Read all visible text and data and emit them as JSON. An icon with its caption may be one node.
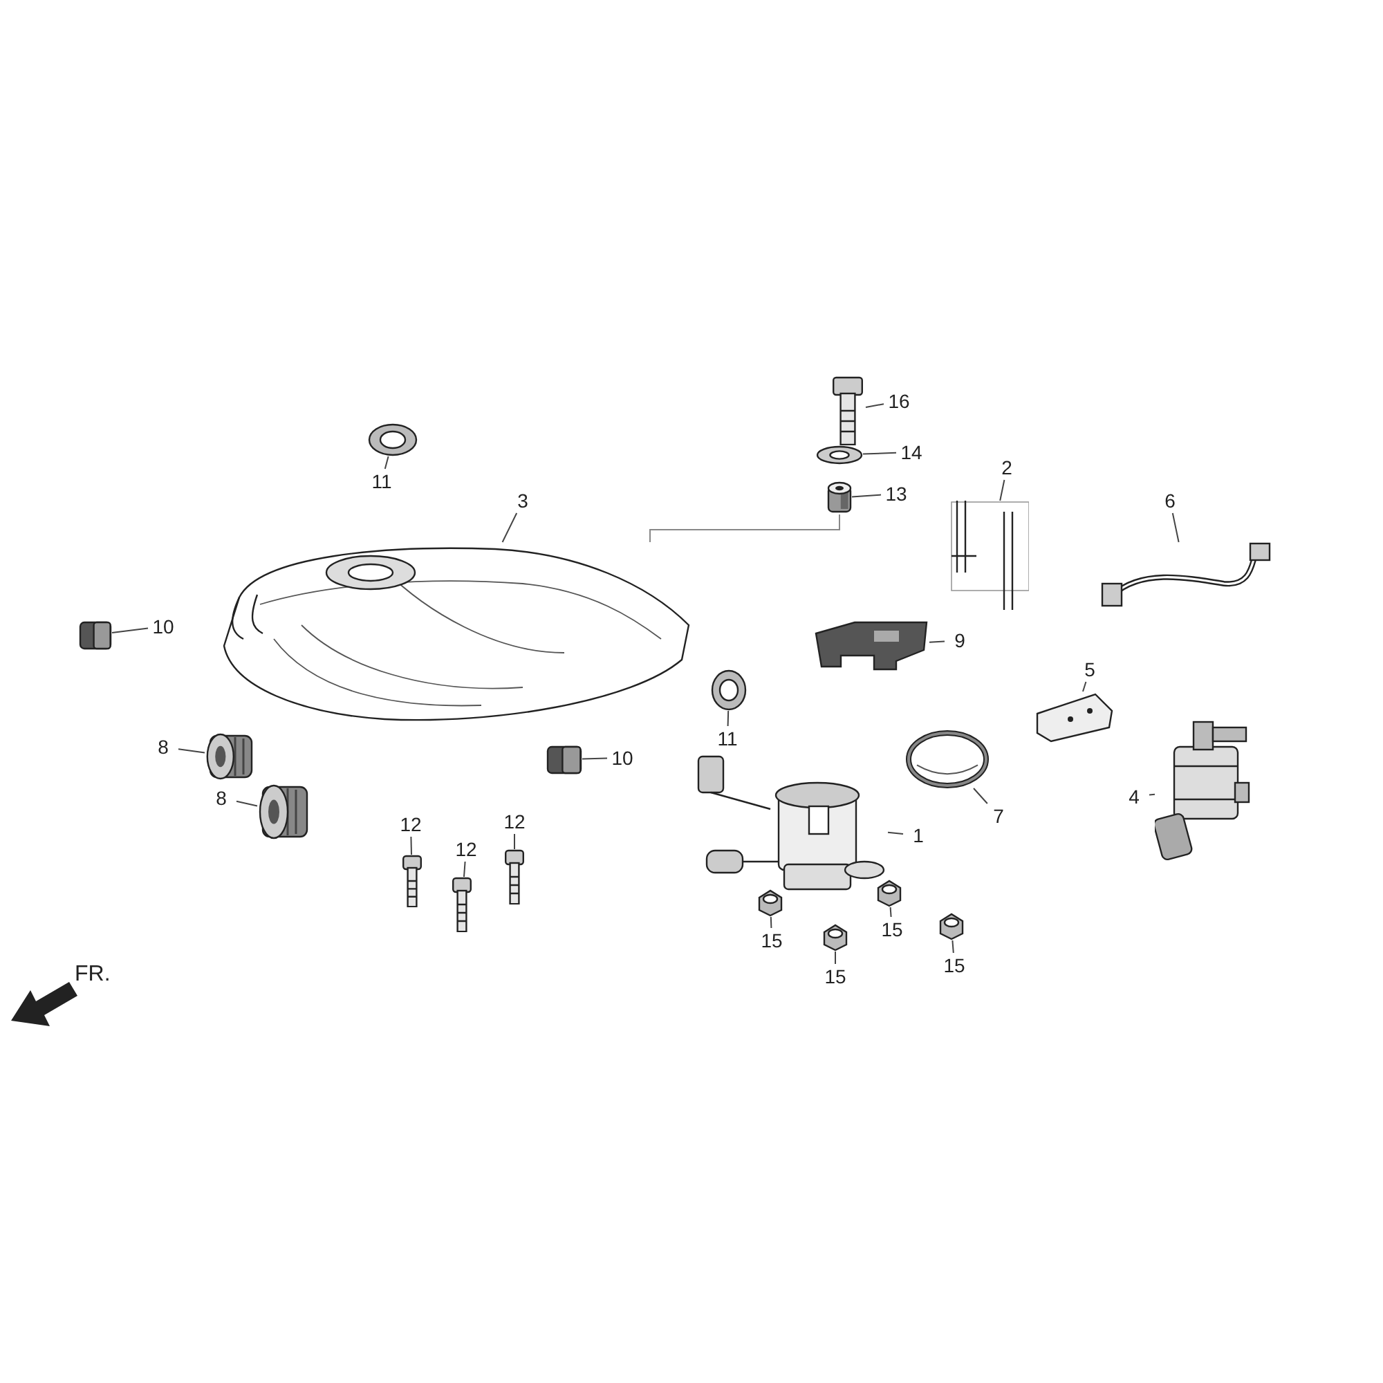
{
  "diagram": {
    "nodes": [
      {
        "text": [
          "16"
        ]
      },
      {
        "text": [],
        "shape": "picture"
      },
      {
        "text": [
          "14"
        ]
      },
      {
        "text": [],
        "shape": "picture"
      },
      {
        "text": [
          "13"
        ]
      },
      {
        "text": [],
        "shape": "picture"
      },
      {
        "text": [
          "2"
        ]
      },
      {
        "text": [],
        "shape": "picture"
      },
      {
        "text": [
          "6"
        ]
      },
      {
        "text": [],
        "shape": "picture"
      },
      {
        "text": [
          "11"
        ]
      },
      {
        "text": [],
        "shape": "picture"
      },
      {
        "text": [
          "3"
        ]
      },
      {
        "text": [],
        "shape": "picture"
      },
      {
        "text": [
          "10"
        ]
      },
      {
        "text": [],
        "shape": "picture"
      },
      {
        "text": [
          "9"
        ]
      },
      {
        "text": [],
        "shape": "picture"
      },
      {
        "text": [
          "5"
        ]
      },
      {
        "text": [],
        "shape": "picture"
      },
      {
        "text": [
          "11"
        ]
      },
      {
        "text": [],
        "shape": "picture"
      },
      {
        "text": [
          "8"
        ]
      },
      {
        "text": [],
        "shape": "picture"
      },
      {
        "text": [
          "10"
        ]
      },
      {
        "text": [],
        "shape": "picture"
      },
      {
        "text": [
          "7"
        ]
      },
      {
        "text": [],
        "shape": "picture"
      },
      {
        "text": [
          "4"
        ]
      },
      {
        "text": [],
        "shape": "picture"
      },
      {
        "text": [
          "8"
        ]
      },
      {
        "text": [],
        "shape": "picture"
      },
      {
        "text": [
          "1"
        ]
      },
      {
        "text": [],
        "shape": "picture"
      },
      {
        "text": [
          "12"
        ]
      },
      {
        "text": [],
        "shape": "picture"
      },
      {
        "text": [
          "12"
        ]
      },
      {
        "text": [],
        "shape": "picture"
      },
      {
        "text": [
          "12"
        ]
      },
      {
        "text": [],
        "shape": "picture"
      },
      {
        "text": [
          "15"
        ]
      },
      {
        "text": [],
        "shape": "picture"
      },
      {
        "text": [
          "15"
        ]
      },
      {
        "text": [],
        "shape": "picture"
      },
      {
        "text": [
          "15"
        ]
      },
      {
        "text": [],
        "shape": "picture"
      },
      {
        "text": [
          "15"
        ]
      },
      {
        "text": [],
        "shape": "picture"
      }
    ],
    "edges": [
      {
        "from": 0,
        "to": 1,
        "arrow": "none"
      },
      {
        "from": 2,
        "to": 3,
        "arrow": "none"
      },
      {
        "from": 4,
        "to": 5,
        "arrow": "none"
      },
      {
        "from": 6,
        "to": 7,
        "arrow": "none"
      },
      {
        "from": 8,
        "to": 9,
        "arrow": "none"
      },
      {
        "from": 10,
        "to": 11,
        "arrow": "none"
      },
      {
        "from": 12,
        "to": 13,
        "arrow": "none"
      },
      {
        "from": 14,
        "to": 15,
        "arrow": "none"
      },
      {
        "from": 16,
        "to": 17,
        "arrow": "none"
      },
      {
        "from": 18,
        "to": 19,
        "arrow": "none"
      },
      {
        "from": 20,
        "to": 21,
        "arrow": "none"
      },
      {
        "from": 22,
        "to": 23,
        "arrow": "none"
      },
      {
        "from": 24,
        "to": 25,
        "arrow": "none"
      },
      {
        "from": 26,
        "to": 27,
        "arrow": "none"
      },
      {
        "from": 28,
        "to": 29,
        "arrow": "none"
      },
      {
        "from": 30,
        "to": 31,
        "arrow": "none"
      },
      {
        "from": 32,
        "to": 33,
        "arrow": "none"
      },
      {
        "from": 34,
        "to": 35,
        "arrow": "none"
      },
      {
        "from": 36,
        "to": 37,
        "arrow": "none"
      },
      {
        "from": 38,
        "to": 39,
        "arrow": "none"
      },
      {
        "from": 40,
        "to": 41,
        "arrow": "none"
      },
      {
        "from": 42,
        "to": 43,
        "arrow": "none"
      },
      {
        "from": 44,
        "to": 45,
        "arrow": "none"
      },
      {
        "from": 46,
        "to": 47,
        "arrow": "none"
      },
      {
        "from": 5,
        "to": 13,
        "arrow": "none"
      }
    ],
    "labels": [
      "FR."
    ]
  }
}
